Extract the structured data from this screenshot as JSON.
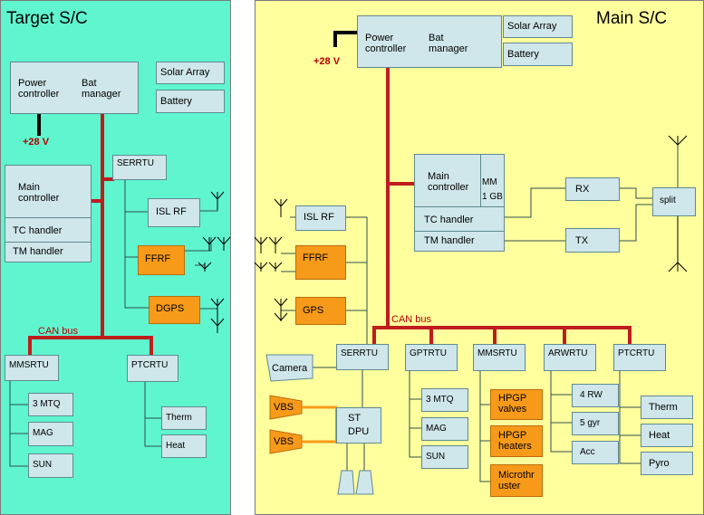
{
  "target": {
    "title": "Target S/C",
    "power_controller": "Power controller",
    "bat_manager": "Bat manager",
    "solar_array": "Solar Array",
    "battery": "Battery",
    "plus28v": "+28 V",
    "serrtu": "SERRTU",
    "main_controller": "Main controller",
    "tc_handler": "TC handler",
    "tm_handler": "TM handler",
    "isl_rf": "ISL RF",
    "ffrf": "FFRF",
    "dgps": "DGPS",
    "can_bus": "CAN bus",
    "mmsrtu": "MMSRTU",
    "ptcrtu": "PTCRTU",
    "mtq": "3 MTQ",
    "mag": "MAG",
    "sun": "SUN",
    "therm": "Therm",
    "heat": "Heat"
  },
  "main": {
    "title": "Main S/C",
    "power_controller": "Power controller",
    "bat_manager": "Bat manager",
    "solar_array": "Solar Array",
    "battery": "Battery",
    "plus28v": "+28 V",
    "main_controller": "Main controller",
    "mm": "MM",
    "gb": "1 GB",
    "tc_handler": "TC handler",
    "tm_handler": "TM handler",
    "rx": "RX",
    "tx": "TX",
    "split": "split",
    "isl_rf": "ISL RF",
    "ffrf": "FFRF",
    "gps": "GPS",
    "can_bus": "CAN bus",
    "camera": "Camera",
    "serrtu": "SERRTU",
    "gptrtu": "GPTRTU",
    "mmsrtu": "MMSRTU",
    "arwrtu": "ARWRTU",
    "ptcrtu": "PTCRTU",
    "vbs1": "VBS",
    "vbs2": "VBS",
    "st": "ST",
    "dpu": "DPU",
    "mtq": "3 MTQ",
    "mag": "MAG",
    "sun": "SUN",
    "hpgp_valves": "HPGP valves",
    "hpgp_heaters": "HPGP heaters",
    "microthruster": "Microthr uster",
    "rw": "4 RW",
    "gyr": "5 gyr",
    "acc": "Acc",
    "therm": "Therm",
    "heat": "Heat",
    "pyro": "Pyro"
  },
  "colors": {
    "target_bg": "#5ff5cf",
    "main_bg": "#ffff9e",
    "box": "#cfe6ea",
    "orange": "#f79a19",
    "bus": "#bf1d1d"
  }
}
